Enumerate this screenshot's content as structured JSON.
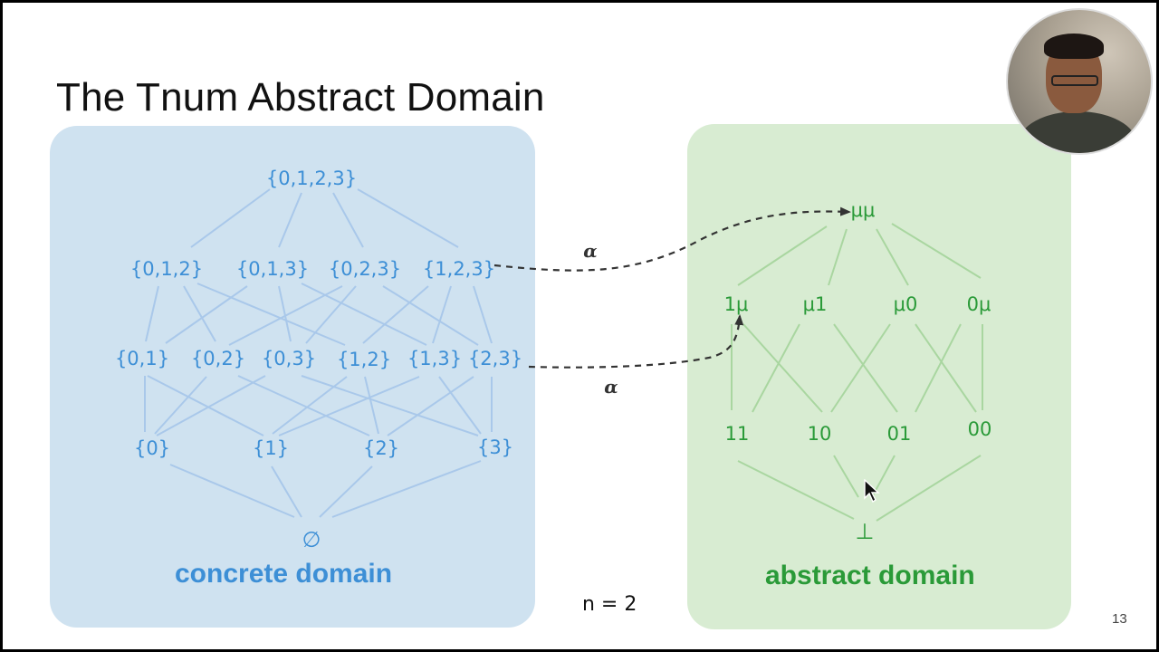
{
  "slide": {
    "title": "The Tnum Abstract Domain",
    "page_number": "13",
    "n_label": "n = 2"
  },
  "concrete": {
    "label": "concrete domain",
    "color": "#3d8fd6",
    "panel_color": "#cfe2f0",
    "nodes": {
      "top": "{0,1,2,3}",
      "s012": "{0,1,2}",
      "s013": "{0,1,3}",
      "s023": "{0,2,3}",
      "s123": "{1,2,3}",
      "s01": "{0,1}",
      "s02": "{0,2}",
      "s03": "{0,3}",
      "s12": "{1,2}",
      "s13": "{1,3}",
      "s23": "{2,3}",
      "s0": "{0}",
      "s1": "{1}",
      "s2": "{2}",
      "s3": "{3}",
      "empty": "∅"
    }
  },
  "abstract": {
    "label": "abstract domain",
    "color": "#2a9a38",
    "panel_color": "#d8ecd2",
    "nodes": {
      "top": "μμ",
      "t1m": "1μ",
      "tm1": "μ1",
      "tm0": "μ0",
      "t0m": "0μ",
      "t11": "11",
      "t10": "10",
      "t01": "01",
      "t00": "00",
      "bottom": "⊥"
    }
  },
  "mappings": [
    {
      "symbol": "α"
    },
    {
      "symbol": "α"
    }
  ],
  "icons": [
    "webcam-presenter",
    "mouse-cursor-icon"
  ]
}
